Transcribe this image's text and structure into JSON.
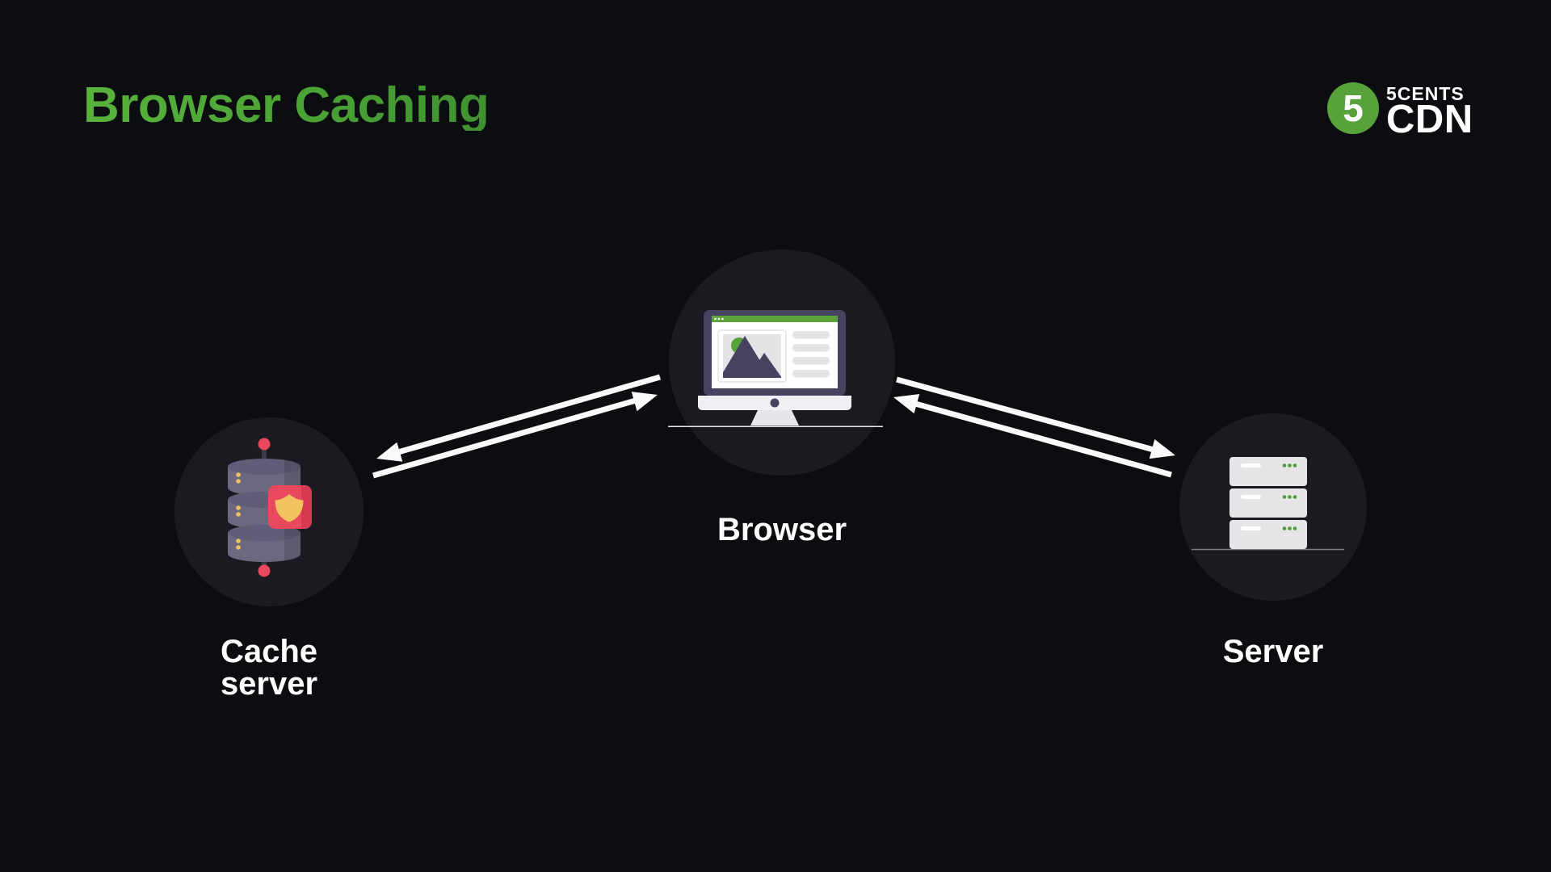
{
  "page": {
    "title": "Browser Caching"
  },
  "logo": {
    "digit": "5",
    "top_text": "5CENTS",
    "bottom_text": "CDN"
  },
  "nodes": {
    "cache_server": {
      "label": "Cache server",
      "icon": "database-shield-icon"
    },
    "browser": {
      "label": "Browser",
      "icon": "browser-monitor-icon"
    },
    "server": {
      "label": "Server",
      "icon": "server-rack-icon"
    }
  },
  "connections": [
    {
      "from": "browser",
      "to": "cache_server",
      "style": "white-arrow"
    },
    {
      "from": "cache_server",
      "to": "browser",
      "style": "white-arrow"
    },
    {
      "from": "browser",
      "to": "server",
      "style": "white-arrow"
    },
    {
      "from": "server",
      "to": "browser",
      "style": "white-arrow"
    }
  ],
  "colors": {
    "background": "#0c0d10",
    "node_circle": "#1a1a20",
    "title_green": "#4ca637",
    "logo_green": "#58a339",
    "arrow_white": "#fafafa",
    "accent_red": "#e8495f",
    "accent_red_dark": "#d63a50",
    "accent_yellow": "#f2c35e",
    "slate_purple": "#6b6880",
    "dark_navy": "#454360",
    "browser_bar_green": "#5aa53a",
    "server_dot_green": "#4e9e35",
    "rack_gray": "#e6e6e8"
  }
}
